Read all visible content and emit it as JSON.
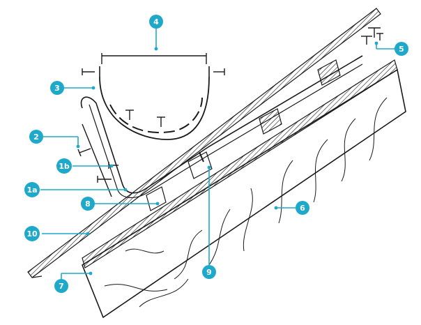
{
  "diagram": {
    "accent_color": "#1ea8c9",
    "line_color": "#1a1a1a",
    "callouts": [
      {
        "id": "c4",
        "label": "4"
      },
      {
        "id": "c3",
        "label": "3"
      },
      {
        "id": "c2",
        "label": "2"
      },
      {
        "id": "c1b",
        "label": "1b"
      },
      {
        "id": "c1a",
        "label": "1a"
      },
      {
        "id": "c8",
        "label": "8"
      },
      {
        "id": "c10",
        "label": "10"
      },
      {
        "id": "c7",
        "label": "7"
      },
      {
        "id": "c9",
        "label": "9"
      },
      {
        "id": "c6",
        "label": "6"
      },
      {
        "id": "c5",
        "label": "5"
      }
    ]
  }
}
